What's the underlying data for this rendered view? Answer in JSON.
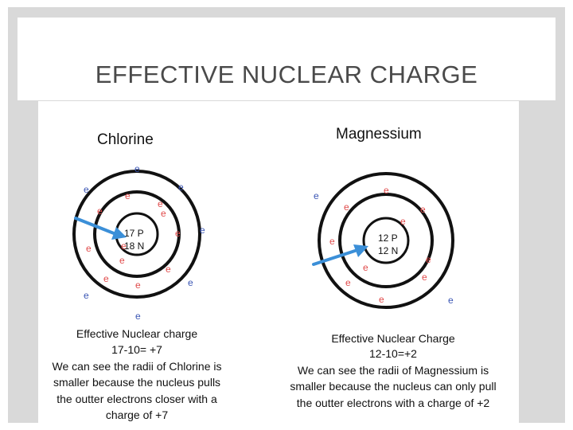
{
  "slide": {
    "title": "EFFECTIVE NUCLEAR CHARGE"
  },
  "chlorine": {
    "name": "Chlorine",
    "nucleus_protons": "17 P",
    "nucleus_neutrons": "18 N",
    "electron_label": "e",
    "charge_heading": "Effective Nuclear charge",
    "charge_calc": "17-10= +7",
    "explanation": [
      "We can see the radii of Chlorine is",
      "smaller because the nucleus pulls",
      "the outter electrons closer with a",
      "charge of +7"
    ]
  },
  "magnesium": {
    "name": "Magnessium",
    "nucleus_protons": "12 P",
    "nucleus_neutrons": "12 N",
    "electron_label": "e",
    "charge_heading": "Effective Nuclear Charge",
    "charge_calc": "12-10=+2",
    "explanation": [
      "We can see the radii of Magnessium is",
      "smaller because the nucleus can only pull",
      "the outter electrons with a charge of +2"
    ]
  },
  "colors": {
    "ring": "#111111",
    "arrow": "#3b8fd8",
    "inner_electron": "#e04a4a",
    "outer_electron": "#3a55b4",
    "text": "#111111"
  }
}
